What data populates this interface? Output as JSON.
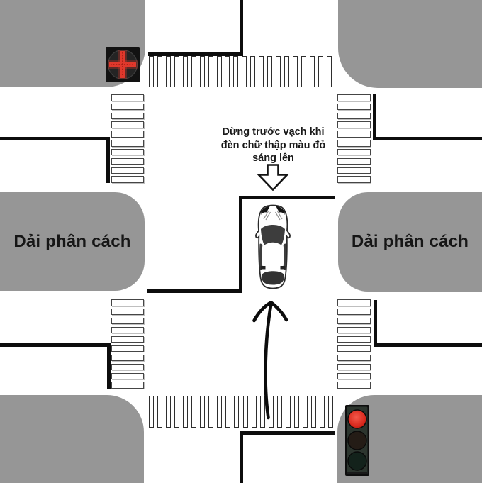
{
  "instruction": {
    "line1": "Dừng trước vạch khi",
    "line2": "đèn chữ thập màu đỏ",
    "line3": "sáng lên"
  },
  "median_left": {
    "label": "Dải phân cách"
  },
  "median_right": {
    "label": "Dải phân cách"
  },
  "icons": {
    "cross_signal": "red-cross-signal",
    "traffic_light": "traffic-light-red-lit",
    "car": "car-top-view",
    "up_arrow": "hand-drawn-up-arrow",
    "down_arrow": "outline-down-arrow"
  },
  "colors": {
    "surface-gray": "#969696",
    "line-black": "#0d0d0d",
    "signal-red": "#d92a1c",
    "cross-red": "#e0382c"
  }
}
